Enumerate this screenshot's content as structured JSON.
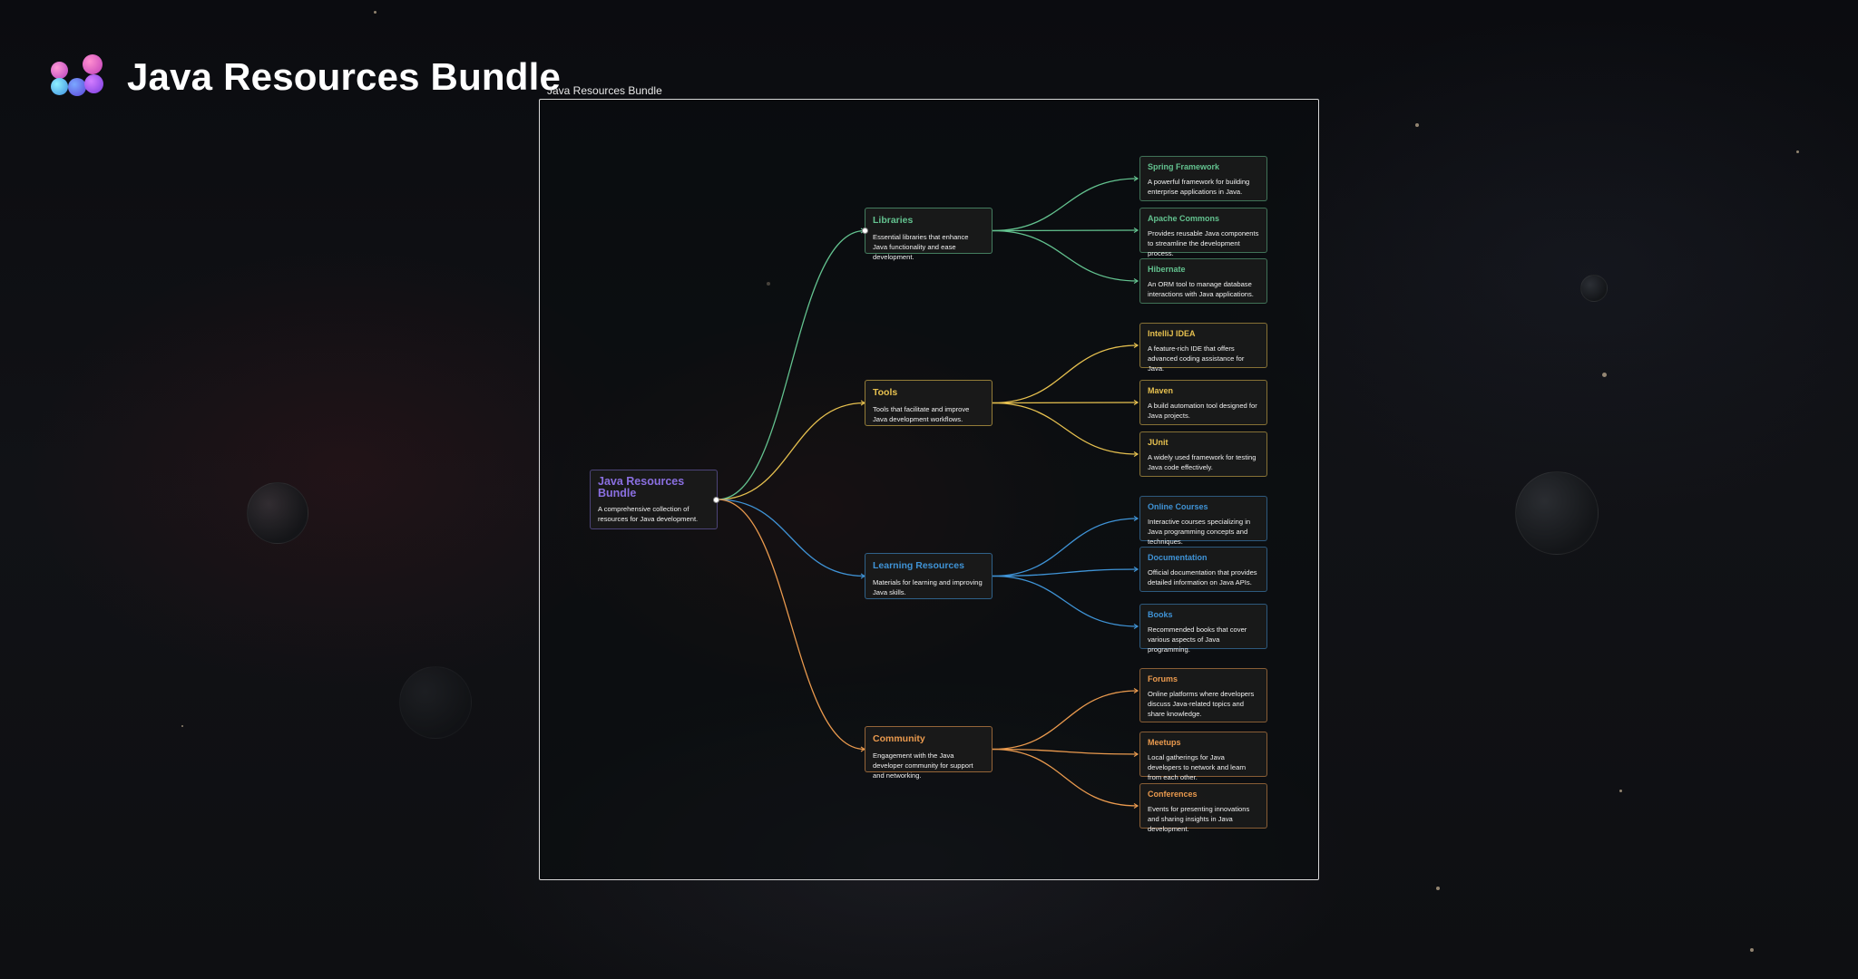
{
  "app": {
    "title": "Java Resources Bundle",
    "logo_icon": "molecule-logo-icon"
  },
  "frame": {
    "label": "Java Resources Bundle"
  },
  "colors": {
    "root": "#8a6fe0",
    "libraries": "#63c28f",
    "tools": "#e6c04f",
    "learning": "#3f93d6",
    "community": "#ea9a4e"
  },
  "root": {
    "title": "Java Resources Bundle",
    "description": "A comprehensive collection of resources for Java development."
  },
  "branches": [
    {
      "key": "libraries",
      "title": "Libraries",
      "description": "Essential libraries that enhance Java functionality and ease development.",
      "children": [
        {
          "title": "Spring Framework",
          "description": "A powerful framework for building enterprise applications in Java."
        },
        {
          "title": "Apache Commons",
          "description": "Provides reusable Java components to streamline the development process."
        },
        {
          "title": "Hibernate",
          "description": "An ORM tool to manage database interactions with Java applications."
        }
      ]
    },
    {
      "key": "tools",
      "title": "Tools",
      "description": "Tools that facilitate and improve Java development workflows.",
      "children": [
        {
          "title": "IntelliJ IDEA",
          "description": "A feature-rich IDE that offers advanced coding assistance for Java."
        },
        {
          "title": "Maven",
          "description": "A build automation tool designed for Java projects."
        },
        {
          "title": "JUnit",
          "description": "A widely used framework for testing Java code effectively."
        }
      ]
    },
    {
      "key": "learning",
      "title": "Learning Resources",
      "description": "Materials for learning and improving Java skills.",
      "children": [
        {
          "title": "Online Courses",
          "description": "Interactive courses specializing in Java programming concepts and techniques."
        },
        {
          "title": "Documentation",
          "description": "Official documentation that provides detailed information on Java APIs."
        },
        {
          "title": "Books",
          "description": "Recommended books that cover various aspects of Java programming."
        }
      ]
    },
    {
      "key": "community",
      "title": "Community",
      "description": "Engagement with the Java developer community for support and networking.",
      "children": [
        {
          "title": "Forums",
          "description": "Online platforms where developers discuss Java-related topics and share knowledge."
        },
        {
          "title": "Meetups",
          "description": "Local gatherings for Java developers to network and learn from each other."
        },
        {
          "title": "Conferences",
          "description": "Events for presenting innovations and sharing insights in Java development."
        }
      ]
    }
  ]
}
